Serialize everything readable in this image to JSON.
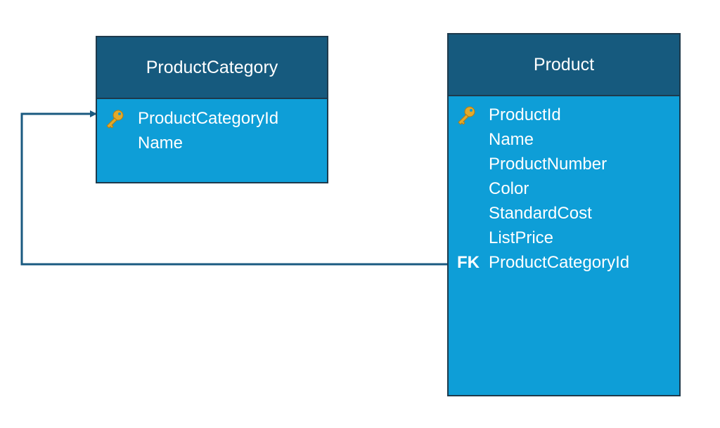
{
  "colors": {
    "header": "#165a7e",
    "body": "#0e9ed7",
    "border": "#1e3a4c",
    "text": "#ffffff",
    "key": "#e3a92a",
    "connector": "#1a5a80"
  },
  "tables": {
    "product_category": {
      "title": "ProductCategory",
      "columns": [
        {
          "name": "ProductCategoryId",
          "key": "primary-key-icon"
        },
        {
          "name": "Name"
        }
      ]
    },
    "product": {
      "title": "Product",
      "columns": [
        {
          "name": "ProductId",
          "key": "primary-key-icon"
        },
        {
          "name": "Name"
        },
        {
          "name": "ProductNumber"
        },
        {
          "name": "Color"
        },
        {
          "name": "StandardCost"
        },
        {
          "name": "ListPrice"
        },
        {
          "name": "ProductCategoryId",
          "fk_label": "FK"
        }
      ]
    }
  },
  "relationship": {
    "from": "Product.ProductCategoryId",
    "to": "ProductCategory.ProductCategoryId"
  }
}
